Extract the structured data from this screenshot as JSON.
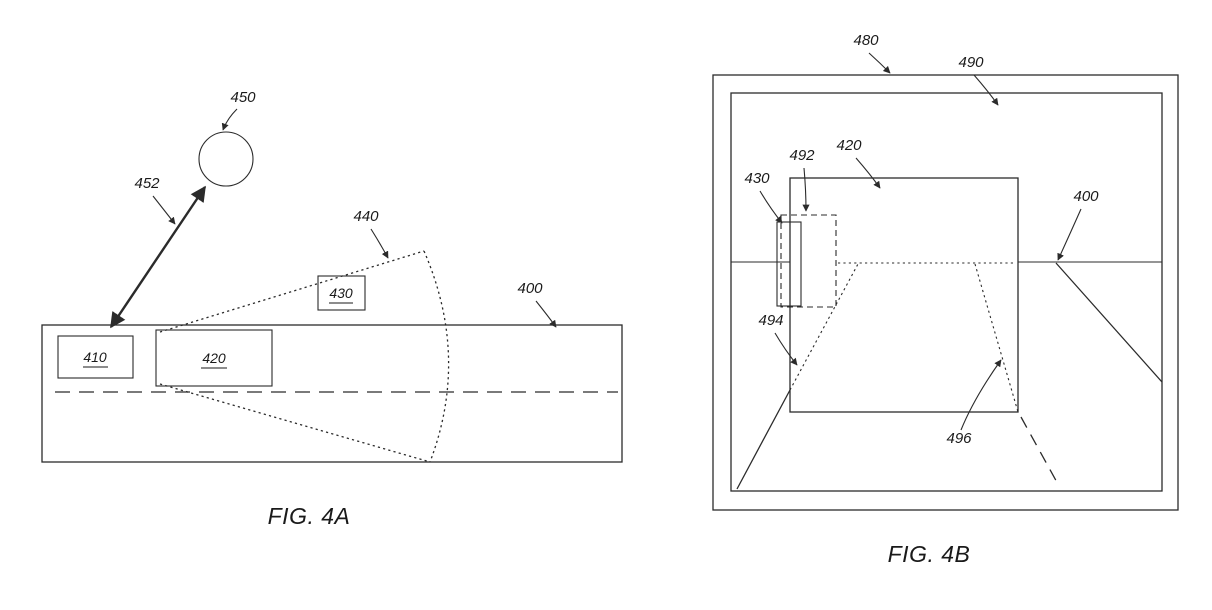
{
  "colors": {
    "ink": "#2b2b2b",
    "background": "#ffffff"
  },
  "fig4a": {
    "caption": "FIG. 4A",
    "ref_450": "450",
    "ref_452": "452",
    "ref_440": "440",
    "ref_400": "400",
    "ref_410": "410",
    "ref_420": "420",
    "ref_430": "430"
  },
  "fig4b": {
    "caption": "FIG. 4B",
    "ref_480": "480",
    "ref_490": "490",
    "ref_492": "492",
    "ref_420": "420",
    "ref_430": "430",
    "ref_400": "400",
    "ref_494": "494",
    "ref_496": "496"
  }
}
